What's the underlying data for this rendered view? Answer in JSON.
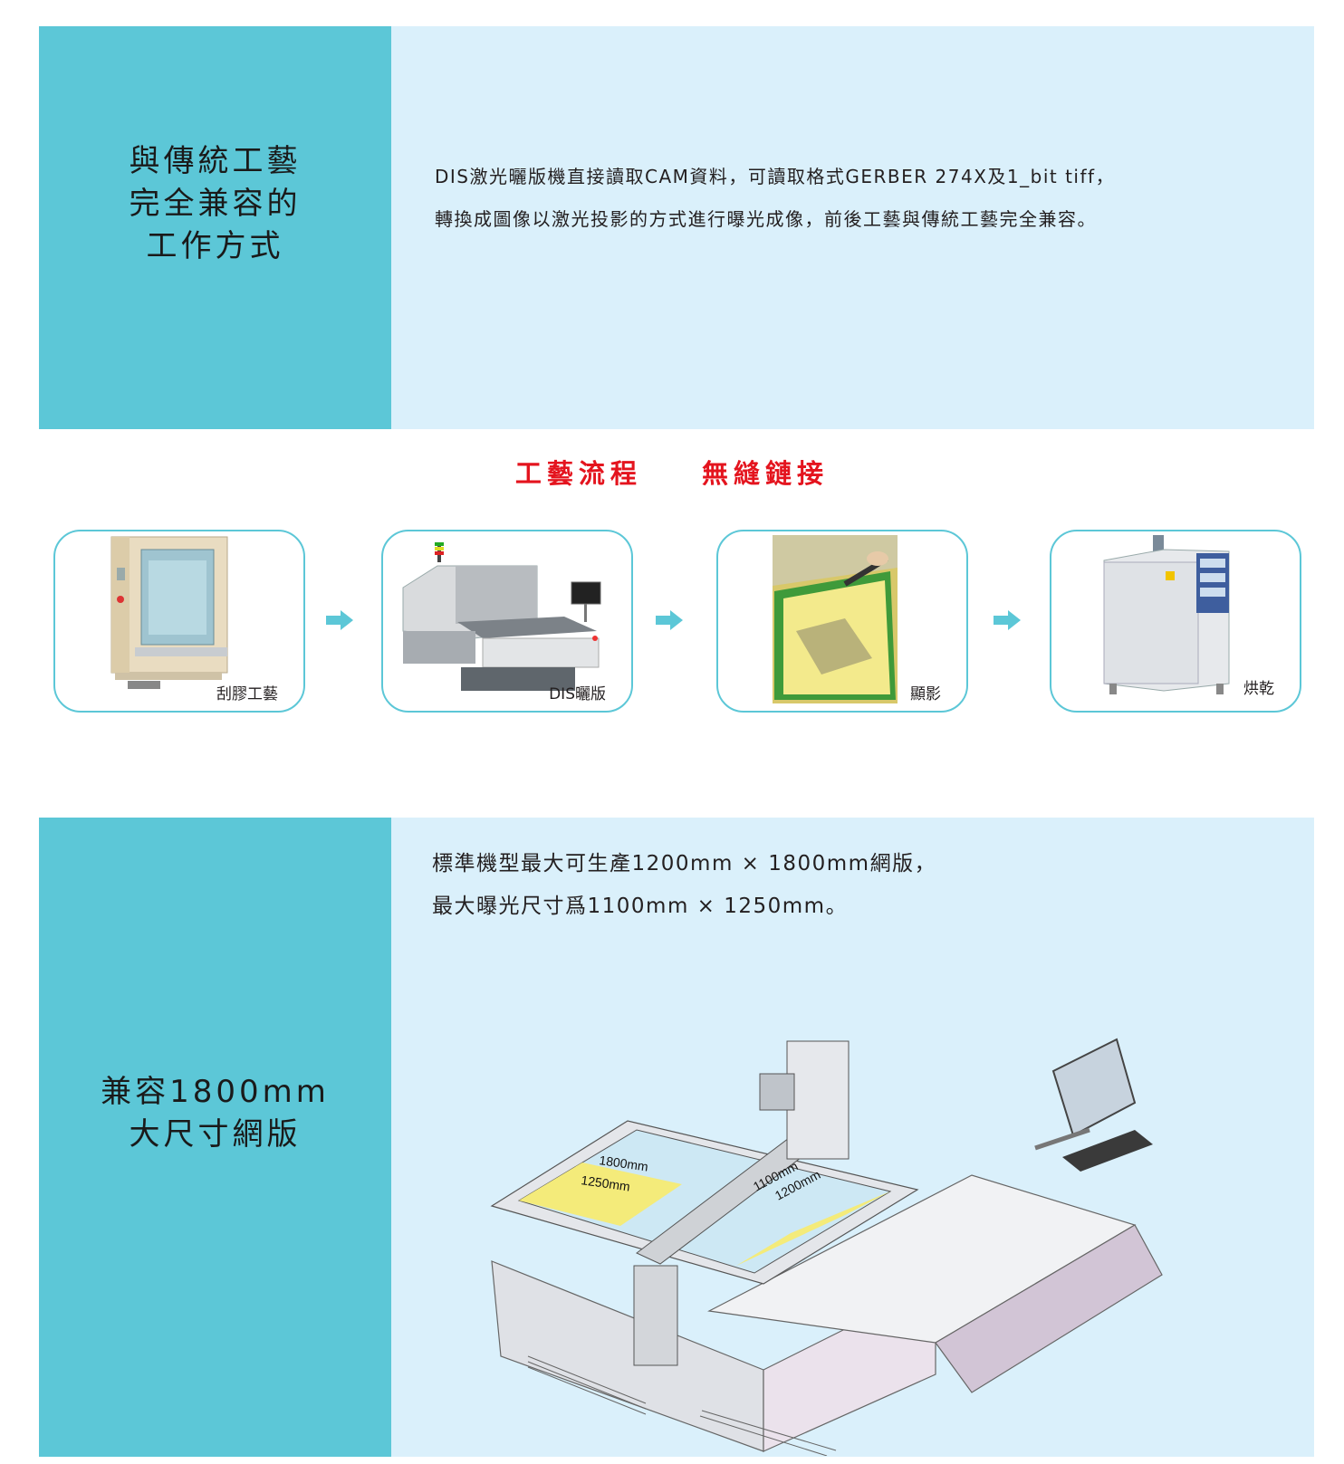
{
  "section1": {
    "title": "與傳統工藝\n完全兼容的\n工作方式",
    "lines": [
      "DIS激光曬版機直接讀取CAM資料，可讀取格式GERBER 274X及1_bit tiff，",
      "轉換成圖像以激光投影的方式進行曝光成像，前後工藝與傳統工藝完全兼容。"
    ]
  },
  "process": {
    "title_left": "工藝流程",
    "title_right": "無縫鏈接",
    "steps": [
      {
        "label": "刮膠工藝"
      },
      {
        "label": "DIS曬版"
      },
      {
        "label": "顯影"
      },
      {
        "label": "烘乾"
      }
    ]
  },
  "section2": {
    "title": "兼容1800mm\n大尺寸網版",
    "lines": [
      "標準機型最大可生產1200mm × 1800mm網版，",
      "最大曝光尺寸爲1100mm × 1250mm。"
    ],
    "dims": {
      "d1": "1800mm",
      "d2": "1250mm",
      "d3": "1100mm",
      "d4": "1200mm"
    }
  },
  "colors": {
    "teal": "#5cc7d7",
    "light_blue": "#daf0fb",
    "red_title": "#e4141e"
  }
}
